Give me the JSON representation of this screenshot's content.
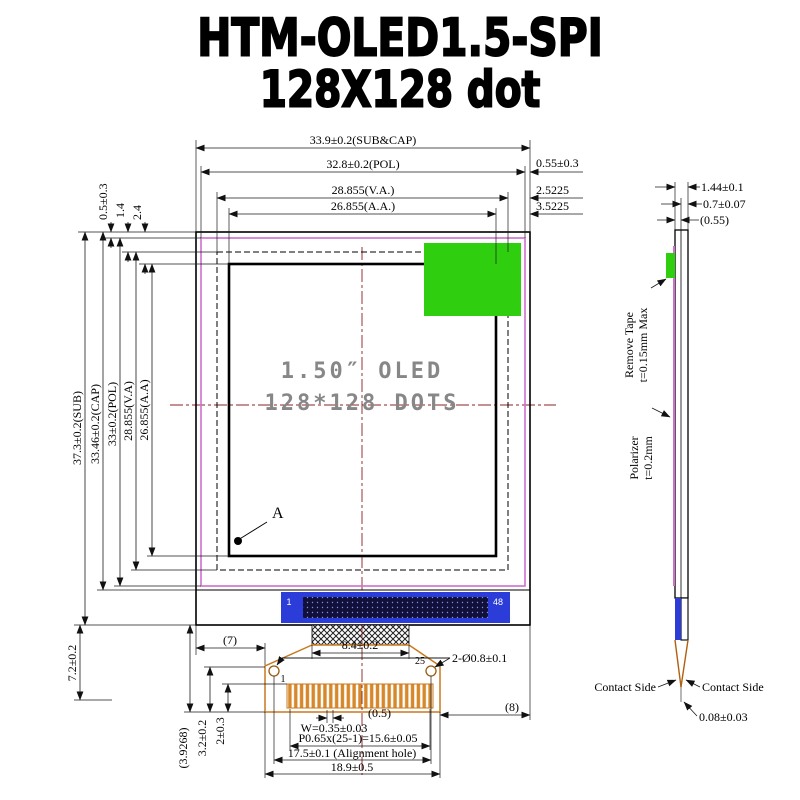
{
  "title": {
    "line1": "HTM-OLED1.5-SPI",
    "line2": "128X128 dot"
  },
  "colors": {
    "green": "#2fcf10",
    "magenta": "#cf70cf",
    "blue": "#2b3cd8",
    "orange": "#c8781e",
    "centerline": "#8b2020",
    "display_text": "#878787"
  },
  "front_view": {
    "screen_line1": "1.50″ OLED",
    "screen_line2": "128*128 DOTS",
    "point_a_label": "A",
    "driver_pin_first": "1",
    "driver_pin_last": "48",
    "fpc_pin_first": "1",
    "fpc_pin_last": "25"
  },
  "dims_top": {
    "sub_cap": "33.9±0.2(SUB&CAP)",
    "pol": "32.8±0.2(POL)",
    "va": "28.855(V.A.)",
    "aa": "26.855(A.A.)",
    "right_offset_pol": "0.55±0.3",
    "right_offset_va": "2.5225",
    "right_offset_aa": "3.5225",
    "left_offset_pol": "0.5±0.3",
    "left_offset_va": "1.4",
    "left_offset_aa": "2.4"
  },
  "dims_left": {
    "sub": "37.3±0.2(SUB)",
    "cap": "33.46±0.2(CAP)",
    "pol": "33±0.2(POL)",
    "va": "28.855(V.A)",
    "aa": "26.855(A.A)",
    "bottom_ledge": "7.2±0.2"
  },
  "dims_bottom": {
    "glass_to_fpc": "(7)",
    "neck_width": "8.4±0.2",
    "holes": "2-Ø0.8±0.1",
    "center_gap": "(0.5)",
    "pad_width": "W=0.35±0.03",
    "pitch": "P0.65x(25-1)=15.6±0.05",
    "hole_span": "17.5±0.1 (Alignment hole)",
    "fpc_width": "18.9±0.5",
    "right_ref": "(8)",
    "pad_len": "2±0.3",
    "finger_len": "3.2±0.2",
    "fpc_ref": "(3.9268)"
  },
  "side_view": {
    "total_thickness": "1.44±0.1",
    "sub_thickness": "0.7±0.07",
    "cap_thickness": "(0.55)",
    "remove_tape_1": "Remove Tape",
    "remove_tape_2": "t=0.15mm Max",
    "polarizer_1": "Polarizer",
    "polarizer_2": "t=0.2mm",
    "contact_side_left": "Contact Side",
    "contact_side_right": "Contact Side",
    "fpc_thickness": "0.08±0.03"
  }
}
